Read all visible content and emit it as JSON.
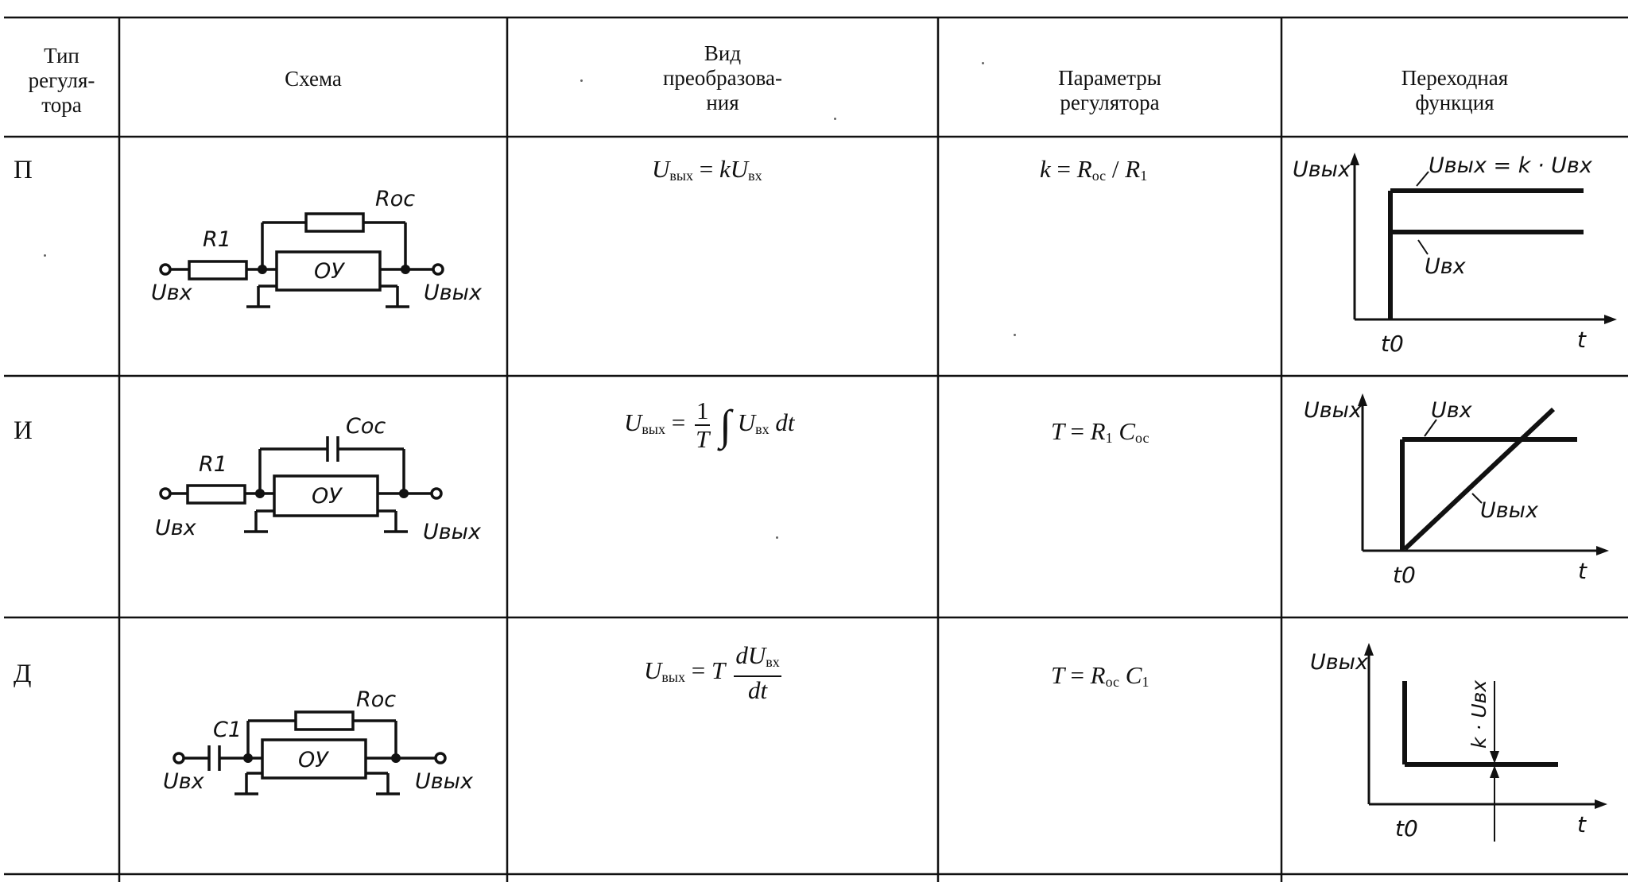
{
  "headers": {
    "type": [
      "Тип",
      "регуля-",
      "тора"
    ],
    "scheme": "Схема",
    "transform": [
      "Вид",
      "преобразова-",
      "ния"
    ],
    "params": [
      "Параметры",
      "регулятора"
    ],
    "transfer": [
      "Переходная",
      "функция"
    ]
  },
  "rows": [
    {
      "type": "П",
      "formula": {
        "lhs": "U",
        "lhs_sub": "вых",
        "eq": "=",
        "k": "k",
        "rhs": "U",
        "rhs_sub": "вх"
      },
      "params": {
        "a": "k",
        "eq": "=",
        "b": "R",
        "b_sub": "ос",
        "slash": "/",
        "c": "R",
        "c_sub": "1"
      },
      "scheme": {
        "r1": "R1",
        "rfb": "Roc",
        "amp": "ОУ",
        "vin": "Uвх",
        "vout": "Uвых"
      },
      "plot": {
        "y": "Uвых",
        "curve1": "Uвых = k · Uвх",
        "curve2": "Uвх",
        "t0": "t0",
        "t": "t"
      }
    },
    {
      "type": "И",
      "formula": {
        "lhs": "U",
        "lhs_sub": "вых",
        "eq": "=",
        "num": "1",
        "den": "T",
        "int": "∫",
        "rhs": "U",
        "rhs_sub": "вх",
        "dt": "dt"
      },
      "params": {
        "a": "T",
        "eq": "=",
        "b": "R",
        "b_sub": "1",
        "c": "C",
        "c_sub": "ос"
      },
      "scheme": {
        "r1": "R1",
        "cfb": "Coc",
        "amp": "ОУ",
        "vin": "Uвх",
        "vout": "Uвых"
      },
      "plot": {
        "y": "Uвых",
        "curve1": "Uвх",
        "curve2": "Uвых",
        "t0": "t0",
        "t": "t"
      }
    },
    {
      "type": "Д",
      "formula": {
        "lhs": "U",
        "lhs_sub": "вых",
        "eq": "=",
        "T": "T",
        "num": "dU",
        "num_sub": "вх",
        "den": "dt"
      },
      "params": {
        "a": "T",
        "eq": "=",
        "b": "R",
        "b_sub": "ос",
        "c": "C",
        "c_sub": "1"
      },
      "scheme": {
        "c1": "C1",
        "rfb": "Roc",
        "amp": "ОУ",
        "vin": "Uвх",
        "vout": "Uвых"
      },
      "plot": {
        "y": "Uвых",
        "mark": "k · Uвх",
        "t0": "t0",
        "t": "t"
      }
    }
  ]
}
